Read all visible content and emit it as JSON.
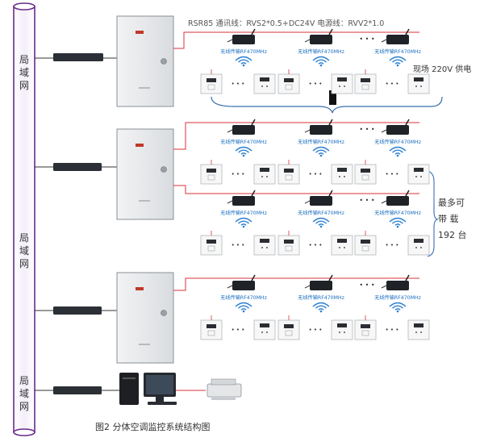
{
  "bus": {
    "label_segments": [
      {
        "label": "局域网"
      },
      {
        "label": "局域网"
      },
      {
        "label": "局域网"
      }
    ]
  },
  "header": {
    "wiring_note": "RSR85 通讯线：RVS2*0.5+DC24V 电源线：RVV2*1.0"
  },
  "annotations": {
    "field_power": "现场 220V 供电",
    "capacity_line1": "最多可",
    "capacity_line2": "带  载",
    "capacity_line3": "192 台"
  },
  "transmitter_label": "无线传输RF470MHz",
  "ellipsis": "• • •",
  "caption": "图2  分体空调监控系统结构图",
  "colors": {
    "bus_outline": "#6a2a8a",
    "wire_red": "#d9303a",
    "wire_dark": "#333333",
    "wifi_blue": "#2a7fd0",
    "label_blue": "#1a6fc0",
    "cabinet": "#e6e8ea",
    "brace": "#3a6fb0"
  }
}
